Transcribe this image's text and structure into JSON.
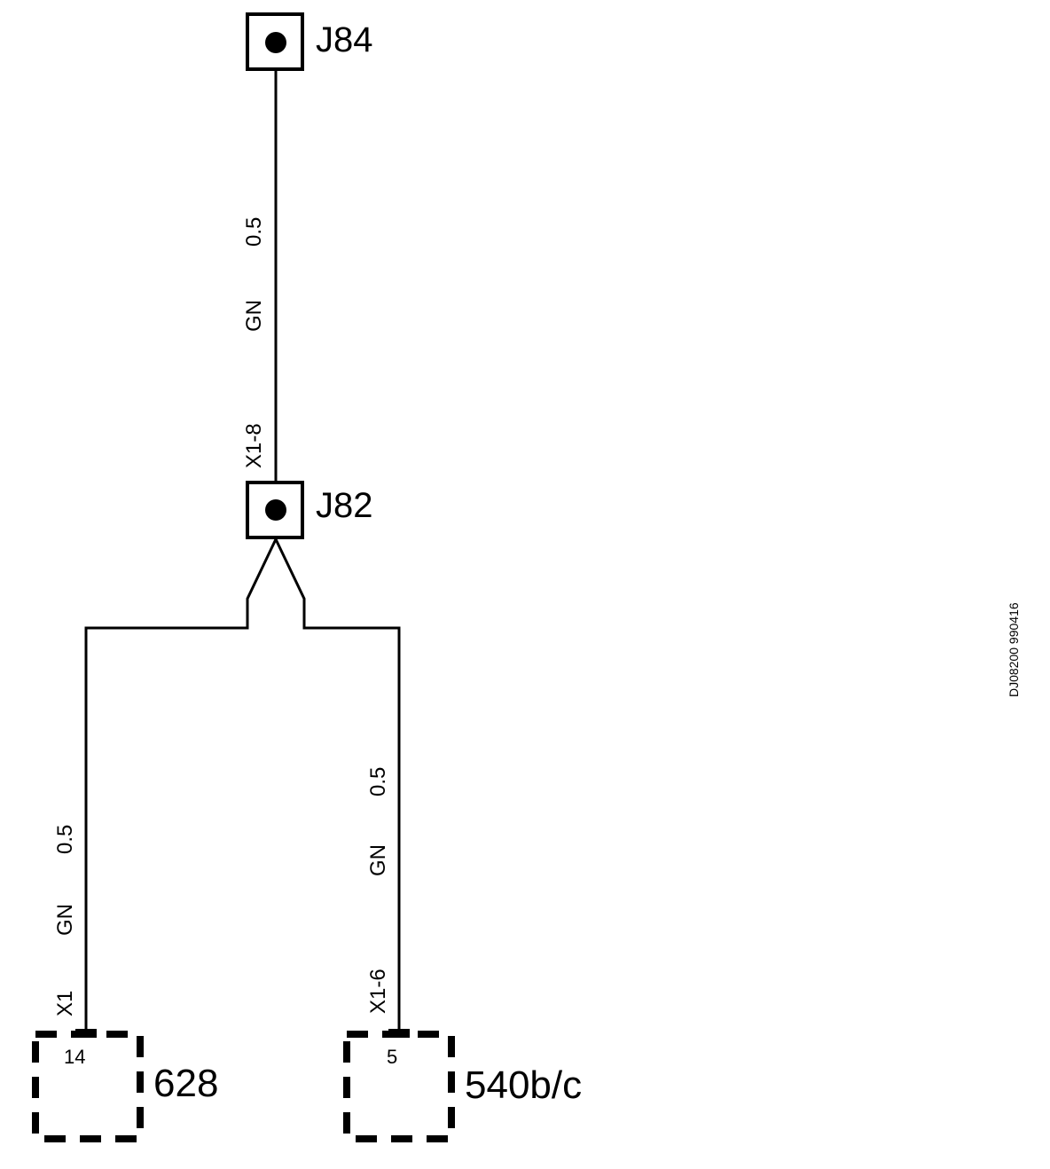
{
  "junctions": {
    "j84": "J84",
    "j82": "J82"
  },
  "wires": {
    "top": {
      "size": "0.5",
      "color": "GN",
      "connector": "X1-8"
    },
    "left": {
      "size": "0.5",
      "color": "GN",
      "connector": "X1"
    },
    "right": {
      "size": "0.5",
      "color": "GN",
      "connector": "X1-6"
    }
  },
  "components": {
    "left": {
      "name": "628",
      "pin": "14"
    },
    "right": {
      "name": "540b/c",
      "pin": "5"
    }
  },
  "reference": "DJ08200 990416"
}
